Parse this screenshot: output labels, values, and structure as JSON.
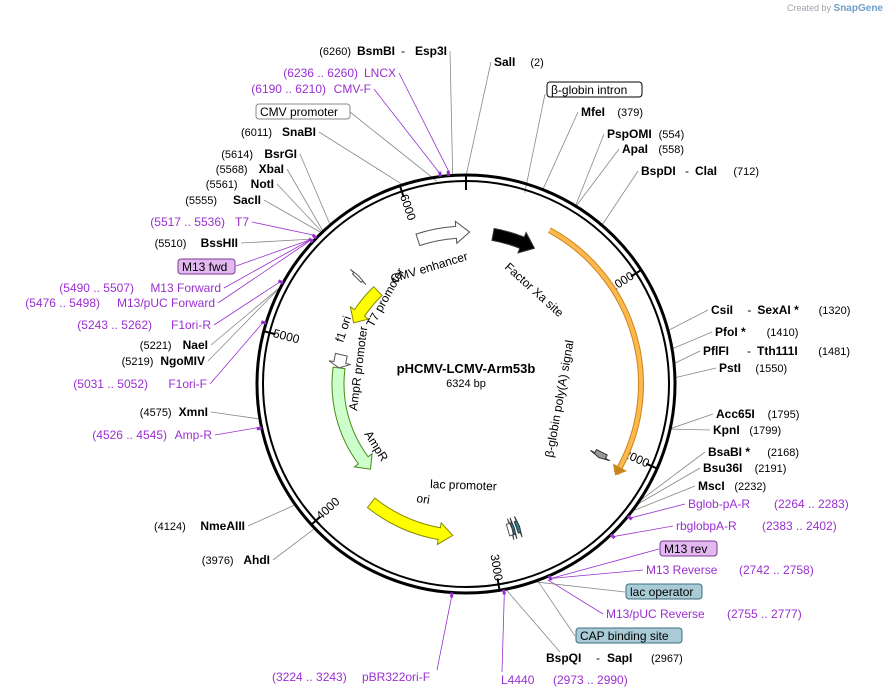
{
  "branding": {
    "prefix": "Created by",
    "brand": "SnapGene"
  },
  "plasmid": {
    "name": "pHCMV-LCMV-Arm53b",
    "size_label": "6324 bp",
    "length": 6324
  },
  "colors": {
    "primer": "#9a2fd1",
    "enzyme_text": "#000000",
    "feature_yellow": "#ffff00",
    "feature_green": "#ccffcc",
    "feature_orange": "#ffb84d",
    "box_purple": "#e3b8f0",
    "box_blue": "#a9cbd6"
  },
  "ruler": [
    {
      "label": "1000",
      "bp": 1000
    },
    {
      "label": "2000",
      "bp": 2000
    },
    {
      "label": "3000",
      "bp": 3000
    },
    {
      "label": "4000",
      "bp": 4000
    },
    {
      "label": "5000",
      "bp": 5000
    },
    {
      "label": "6000",
      "bp": 6000
    }
  ],
  "features": [
    {
      "name": "CMV enhancer",
      "start": 6000,
      "end": 24,
      "level": 1,
      "direction": 1,
      "color": "#ffffff"
    },
    {
      "name": "lac promoter",
      "start": 2850,
      "end": 2880,
      "level": 1,
      "direction": -1,
      "color": "#ffffff"
    },
    {
      "name": "ori",
      "start": 3250,
      "end": 3840,
      "level": 1,
      "direction": -1,
      "color": "#ffff00"
    },
    {
      "name": "AmpR",
      "start": 4010,
      "end": 4870,
      "level": 2,
      "direction": -1,
      "color": "#ccffcc"
    },
    {
      "name": "AmpR promoter",
      "start": 4870,
      "end": 4975,
      "level": 2,
      "direction": -1,
      "color": "#ffffff"
    },
    {
      "name": "f1 ori",
      "start": 5245,
      "end": 5560,
      "level": 2,
      "direction": -1,
      "color": "#ffff00"
    },
    {
      "name": "T7 promoter",
      "start": 5518,
      "end": 5537,
      "level": 1,
      "direction": 1,
      "color": "#ffffff"
    },
    {
      "name": "Factor Xa site",
      "start": 180,
      "end": 470,
      "level": 1,
      "direction": 1,
      "color": "#000000"
    },
    {
      "name": "β-globin poly(A) signal",
      "start": 2050,
      "end": 2090,
      "level": 1,
      "direction": 1,
      "color": "#999999"
    },
    {
      "name": "CAP binding site",
      "start": 2800,
      "end": 2822,
      "level": 1,
      "direction": -1,
      "color": "#2f7a96"
    },
    {
      "name": "lac operator",
      "start": 2836,
      "end": 2852,
      "level": 1,
      "direction": -1,
      "color": "#2f7a96"
    }
  ],
  "orange_arc": {
    "start": 500,
    "end": 2120
  },
  "enzymes_right": [
    {
      "name": "SalI",
      "pos": "(2)"
    },
    {
      "name": "MfeI",
      "pos": "(379)"
    },
    {
      "name": "PspOMI",
      "pos": "(554)"
    },
    {
      "name": "ApaI",
      "pos": "(558)"
    },
    {
      "name": "BspDI",
      "name2": "ClaI",
      "pos": "(712)"
    },
    {
      "name": "CsiI",
      "name2": "SexAI *",
      "pos": "(1320)"
    },
    {
      "name": "PfoI *",
      "pos": "(1410)"
    },
    {
      "name": "PflFI",
      "name2": "Tth111I",
      "pos": "(1481)"
    },
    {
      "name": "PstI",
      "pos": "(1550)"
    },
    {
      "name": "Acc65I",
      "pos": "(1795)"
    },
    {
      "name": "KpnI",
      "pos": "(1799)"
    },
    {
      "name": "BsaBI *",
      "pos": "(2168)"
    },
    {
      "name": "Bsu36I",
      "pos": "(2191)"
    },
    {
      "name": "MscI",
      "pos": "(2232)"
    }
  ],
  "primers_right": [
    {
      "name": "Bglob-pA-R",
      "range": "(2264 .. 2283)"
    },
    {
      "name": "rbglobpA-R",
      "range": "(2383 .. 2402)"
    },
    {
      "name": "M13 Reverse",
      "range": "(2742 .. 2758)"
    },
    {
      "name": "M13/pUC Reverse",
      "range": "(2755 .. 2777)"
    }
  ],
  "boxes": [
    {
      "name": "β-globin intron"
    },
    {
      "name": "CMV promoter"
    },
    {
      "name": "M13 fwd"
    },
    {
      "name": "M13 rev"
    },
    {
      "name": "lac operator"
    },
    {
      "name": "CAP binding site"
    }
  ],
  "bottom": [
    {
      "name": "BspQI",
      "name2": "SapI",
      "pos": "(2967)"
    },
    {
      "name": "L4440",
      "range": "(2973 .. 2990)"
    },
    {
      "name": "pBR322ori-F",
      "range": "(3224 .. 3243)"
    }
  ],
  "enzymes_left": [
    {
      "name": "BsmBI",
      "name2": "Esp3I",
      "pos": "(6260)"
    },
    {
      "name": "SnaBI",
      "pos": "(6011)"
    },
    {
      "name": "BsrGI",
      "pos": "(5614)"
    },
    {
      "name": "XbaI",
      "pos": "(5568)"
    },
    {
      "name": "NotI",
      "pos": "(5561)"
    },
    {
      "name": "SacII",
      "pos": "(5555)"
    },
    {
      "name": "BssHII",
      "pos": "(5510)"
    },
    {
      "name": "NaeI",
      "pos": "(5221)"
    },
    {
      "name": "NgoMIV",
      "pos": "(5219)"
    },
    {
      "name": "XmnI",
      "pos": "(4575)"
    },
    {
      "name": "NmeAIII",
      "pos": "(4124)"
    },
    {
      "name": "AhdI",
      "pos": "(3976)"
    }
  ],
  "primers_left": [
    {
      "name": "LNCX",
      "range": "(6236 .. 6260)"
    },
    {
      "name": "CMV-F",
      "range": "(6190 .. 6210)"
    },
    {
      "name": "T7",
      "range": "(5517 .. 5536)"
    },
    {
      "name": "M13 Forward",
      "range": "(5490 .. 5507)"
    },
    {
      "name": "M13/pUC Forward",
      "range": "(5476 .. 5498)"
    },
    {
      "name": "F1ori-R",
      "range": "(5243 .. 5262)"
    },
    {
      "name": "F1ori-F",
      "range": "(5031 .. 5052)"
    },
    {
      "name": "Amp-R",
      "range": "(4526 .. 4545)"
    }
  ]
}
